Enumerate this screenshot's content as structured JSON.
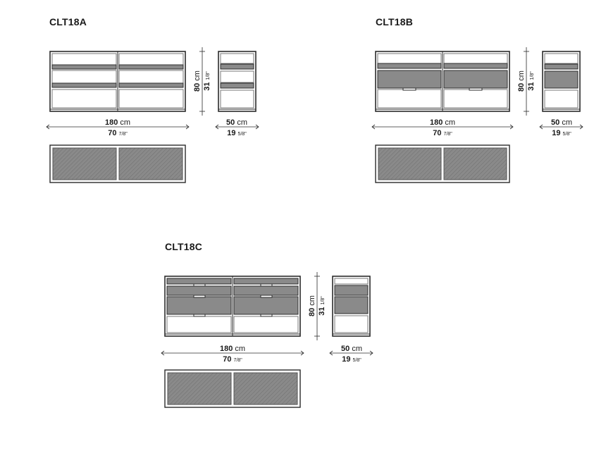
{
  "models": [
    {
      "code": "CLT18A",
      "width_cm": "180",
      "width_cm_unit": "cm",
      "width_in_whole": "70",
      "width_in_frac": "7/8\"",
      "depth_cm": "50",
      "depth_cm_unit": "cm",
      "depth_in_whole": "19",
      "depth_in_frac": "5/8\"",
      "height_cm": "80",
      "height_cm_unit": "cm",
      "height_in_whole": "31",
      "height_in_frac": "1/8\""
    },
    {
      "code": "CLT18B",
      "width_cm": "180",
      "width_cm_unit": "cm",
      "width_in_whole": "70",
      "width_in_frac": "7/8\"",
      "depth_cm": "50",
      "depth_cm_unit": "cm",
      "depth_in_whole": "19",
      "depth_in_frac": "5/8\"",
      "height_cm": "80",
      "height_cm_unit": "cm",
      "height_in_whole": "31",
      "height_in_frac": "1/8\""
    },
    {
      "code": "CLT18C",
      "width_cm": "180",
      "width_cm_unit": "cm",
      "width_in_whole": "70",
      "width_in_frac": "7/8\"",
      "depth_cm": "50",
      "depth_cm_unit": "cm",
      "depth_in_whole": "19",
      "depth_in_frac": "5/8\"",
      "height_cm": "80",
      "height_cm_unit": "cm",
      "height_in_whole": "31",
      "height_in_frac": "1/8\""
    }
  ],
  "colors": {
    "panel_fill": "#8a8a8a",
    "line": "#2b2b2b",
    "outline": "#555555"
  }
}
